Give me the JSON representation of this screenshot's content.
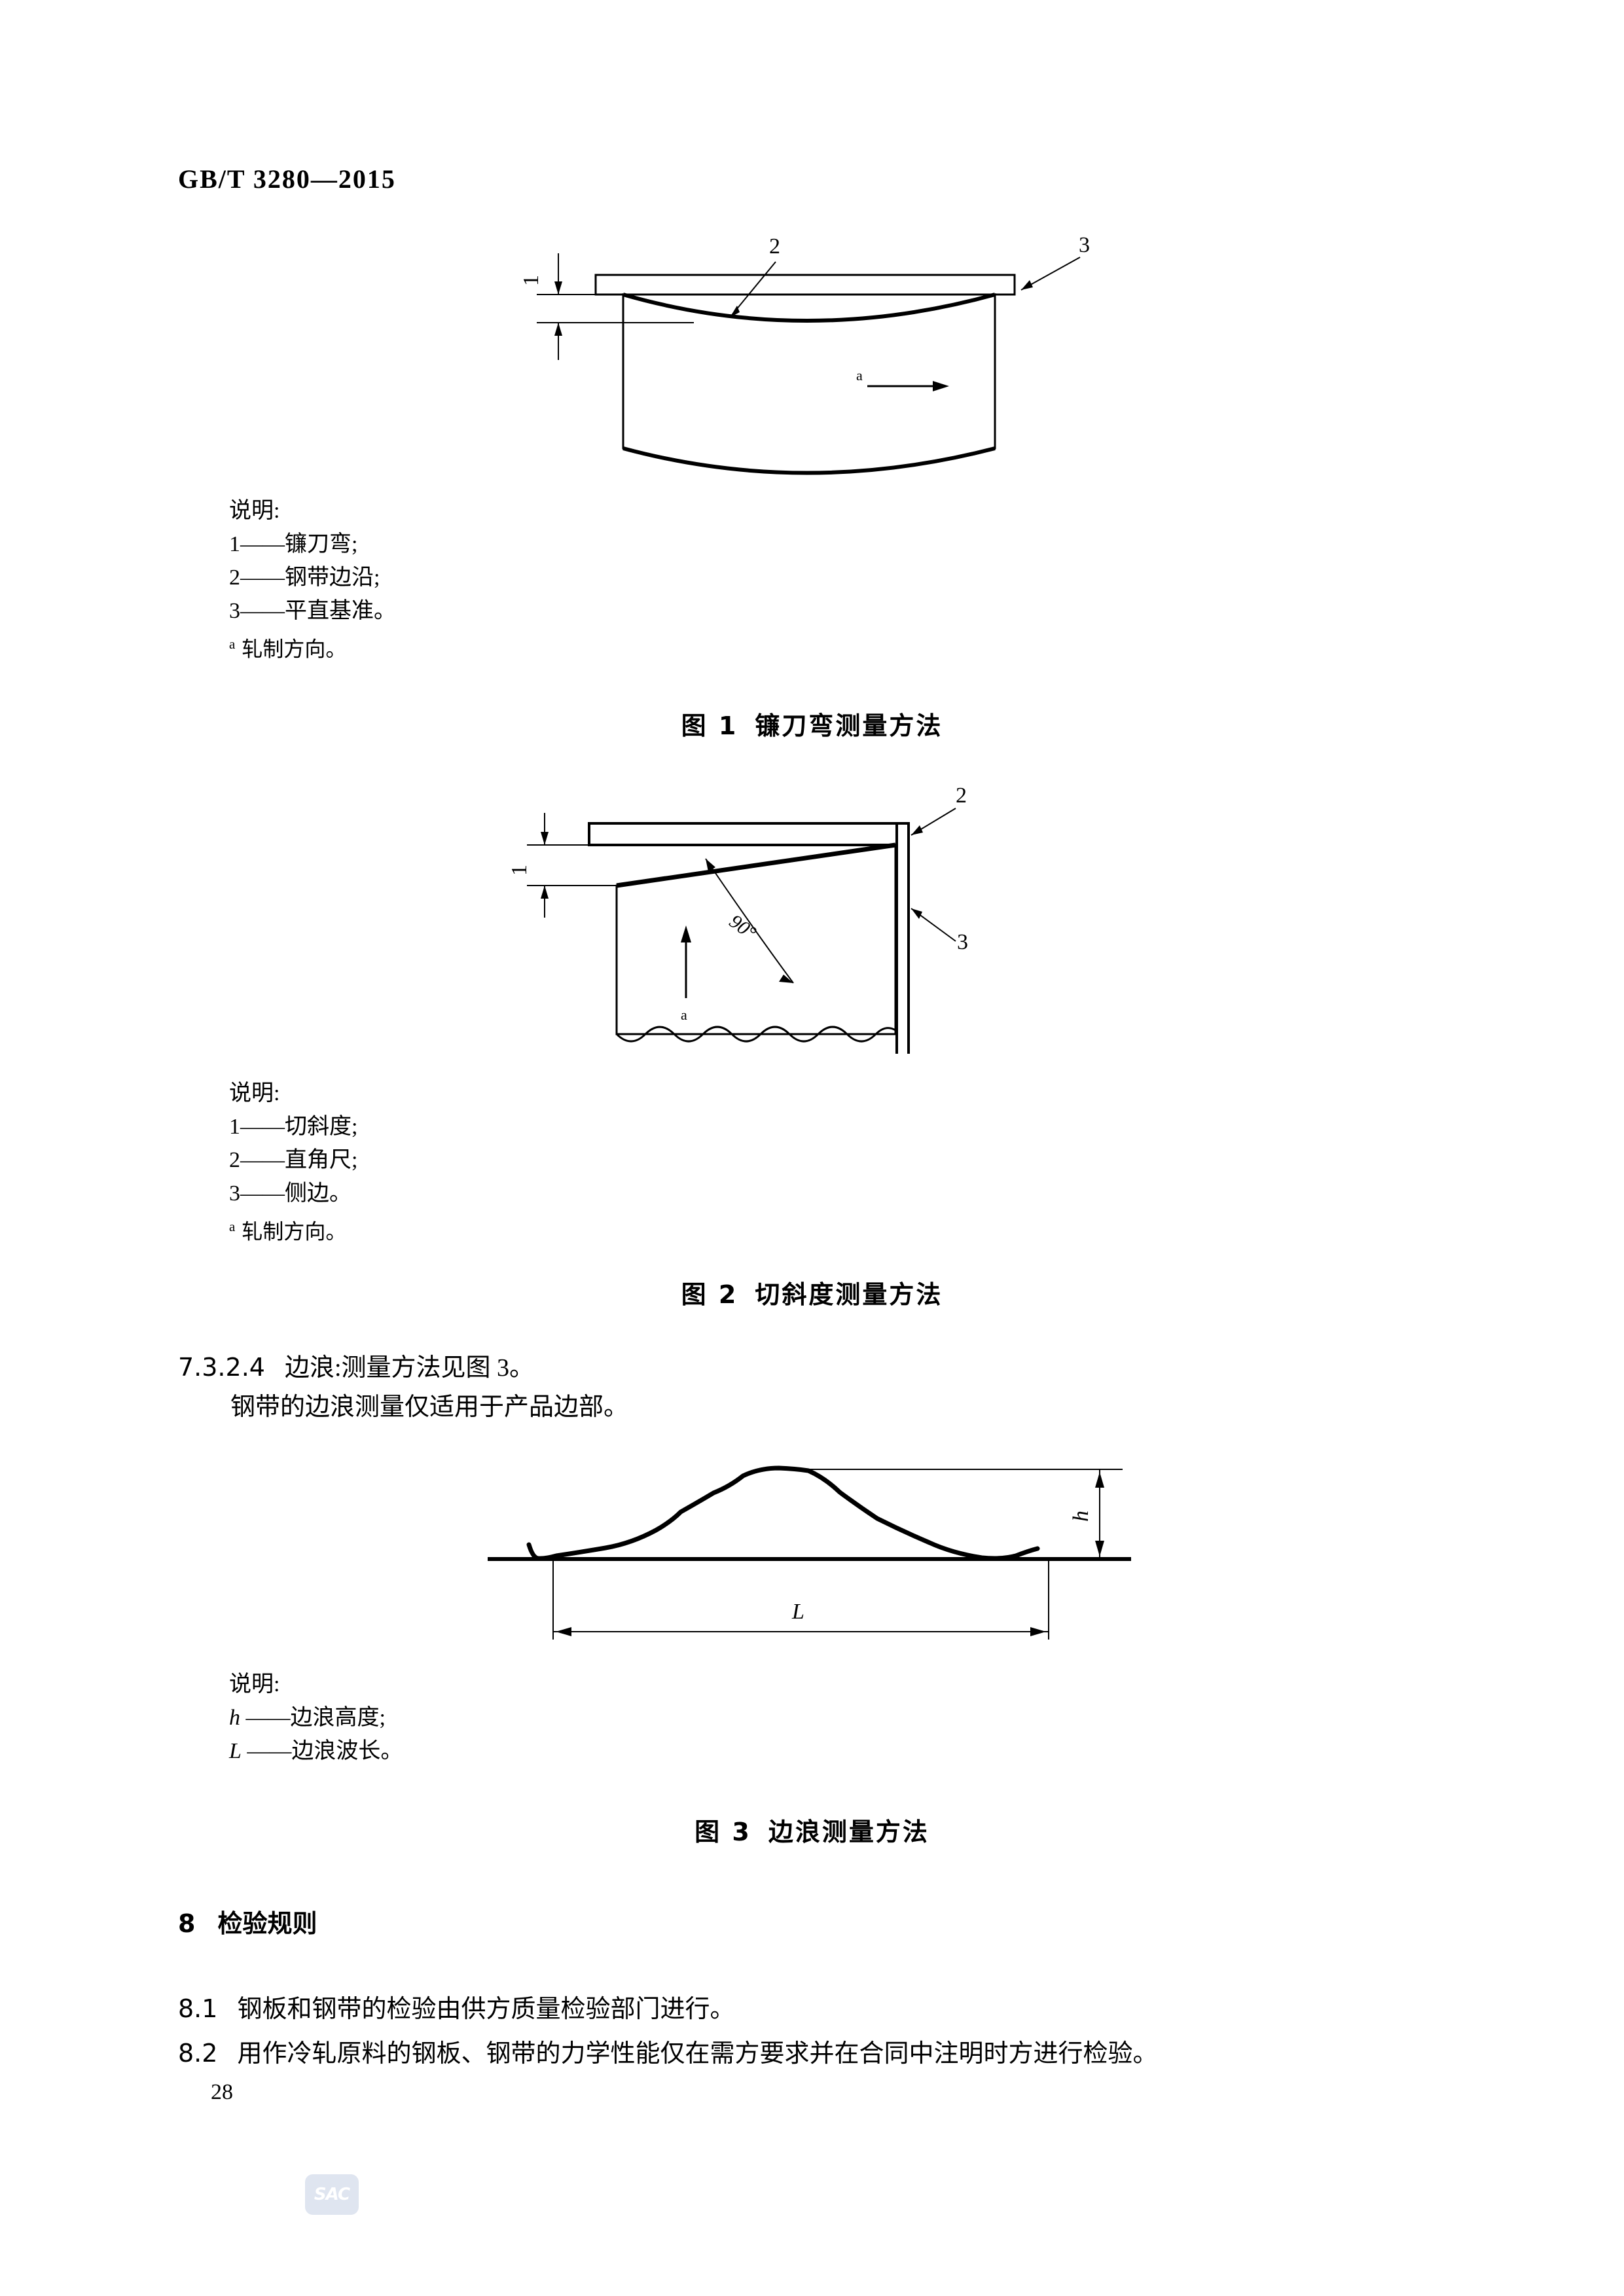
{
  "header": {
    "standard_code": "GB/T 3280—2015"
  },
  "figures": [
    {
      "id": "figure-1",
      "caption_number": "图 1",
      "caption_title": "镰刀弯测量方法",
      "legend_title": "说明:",
      "legend_items": [
        "1——镰刀弯;",
        "2——钢带边沿;",
        "3——平直基准。"
      ],
      "footnote_marker": "a",
      "footnote_text": "轧制方向。",
      "callouts": {
        "one": "1",
        "two": "2",
        "three": "3",
        "direction": "a"
      }
    },
    {
      "id": "figure-2",
      "caption_number": "图 2",
      "caption_title": "切斜度测量方法",
      "legend_title": "说明:",
      "legend_items": [
        "1——切斜度;",
        "2——直角尺;",
        "3——侧边。"
      ],
      "footnote_marker": "a",
      "footnote_text": "轧制方向。",
      "callouts": {
        "one": "1",
        "two": "2",
        "three": "3",
        "direction": "a",
        "angle": "90°"
      }
    },
    {
      "id": "figure-3",
      "caption_number": "图 3",
      "caption_title": "边浪测量方法",
      "legend_title": "说明:",
      "legend_items": [
        {
          "symbol": "h",
          "text": "——边浪高度;"
        },
        {
          "symbol": "L",
          "text": "——边浪波长。"
        }
      ],
      "callouts": {
        "height": "h",
        "length": "L"
      }
    }
  ],
  "clauses": [
    {
      "number": "7.3.2.4",
      "text": "边浪:测量方法见图 3。",
      "continuation": "钢带的边浪测量仅适用于产品边部。"
    }
  ],
  "sections": [
    {
      "number": "8",
      "title": "检验规则",
      "items": [
        {
          "number": "8.1",
          "text": "钢板和钢带的检验由供方质量检验部门进行。"
        },
        {
          "number": "8.2",
          "text": "用作冷轧原料的钢板、钢带的力学性能仅在需方要求并在合同中注明时方进行检验。"
        }
      ]
    }
  ],
  "footer": {
    "page_number": "28",
    "logo_text": "SAC"
  }
}
